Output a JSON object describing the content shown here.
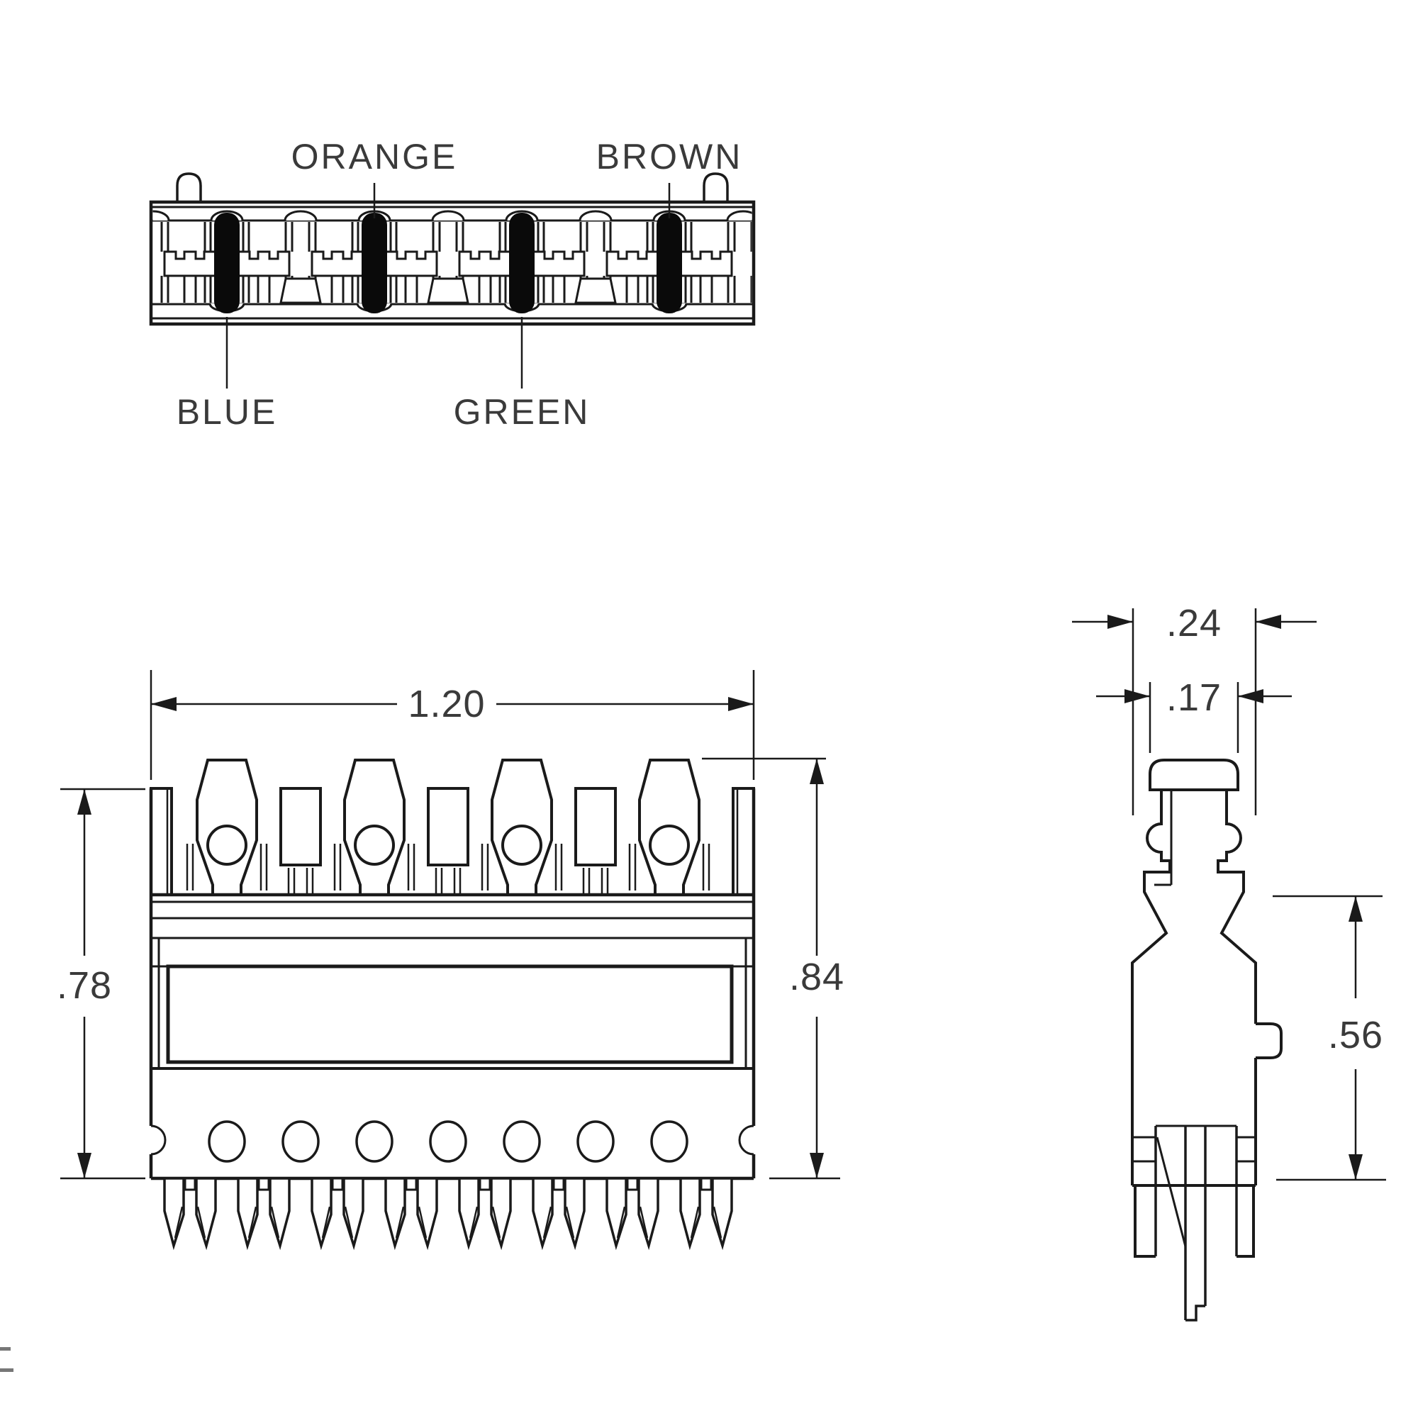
{
  "drawing": {
    "type": "connector-technical-drawing",
    "top_view": {
      "labels": {
        "orange": "ORANGE",
        "brown": "BROWN",
        "blue": "BLUE",
        "green": "GREEN"
      }
    },
    "front_view": {
      "dim_width": "1.20",
      "dim_height_left": ".78",
      "dim_height_right": ".84"
    },
    "side_view": {
      "dim_outer_width": ".24",
      "dim_inner_width": ".17",
      "dim_height": ".56"
    },
    "colors": {
      "line": "#1a1a1a",
      "wire_fill": "#0a0a0a",
      "text": "#3a3a3a",
      "background": "#ffffff"
    }
  }
}
